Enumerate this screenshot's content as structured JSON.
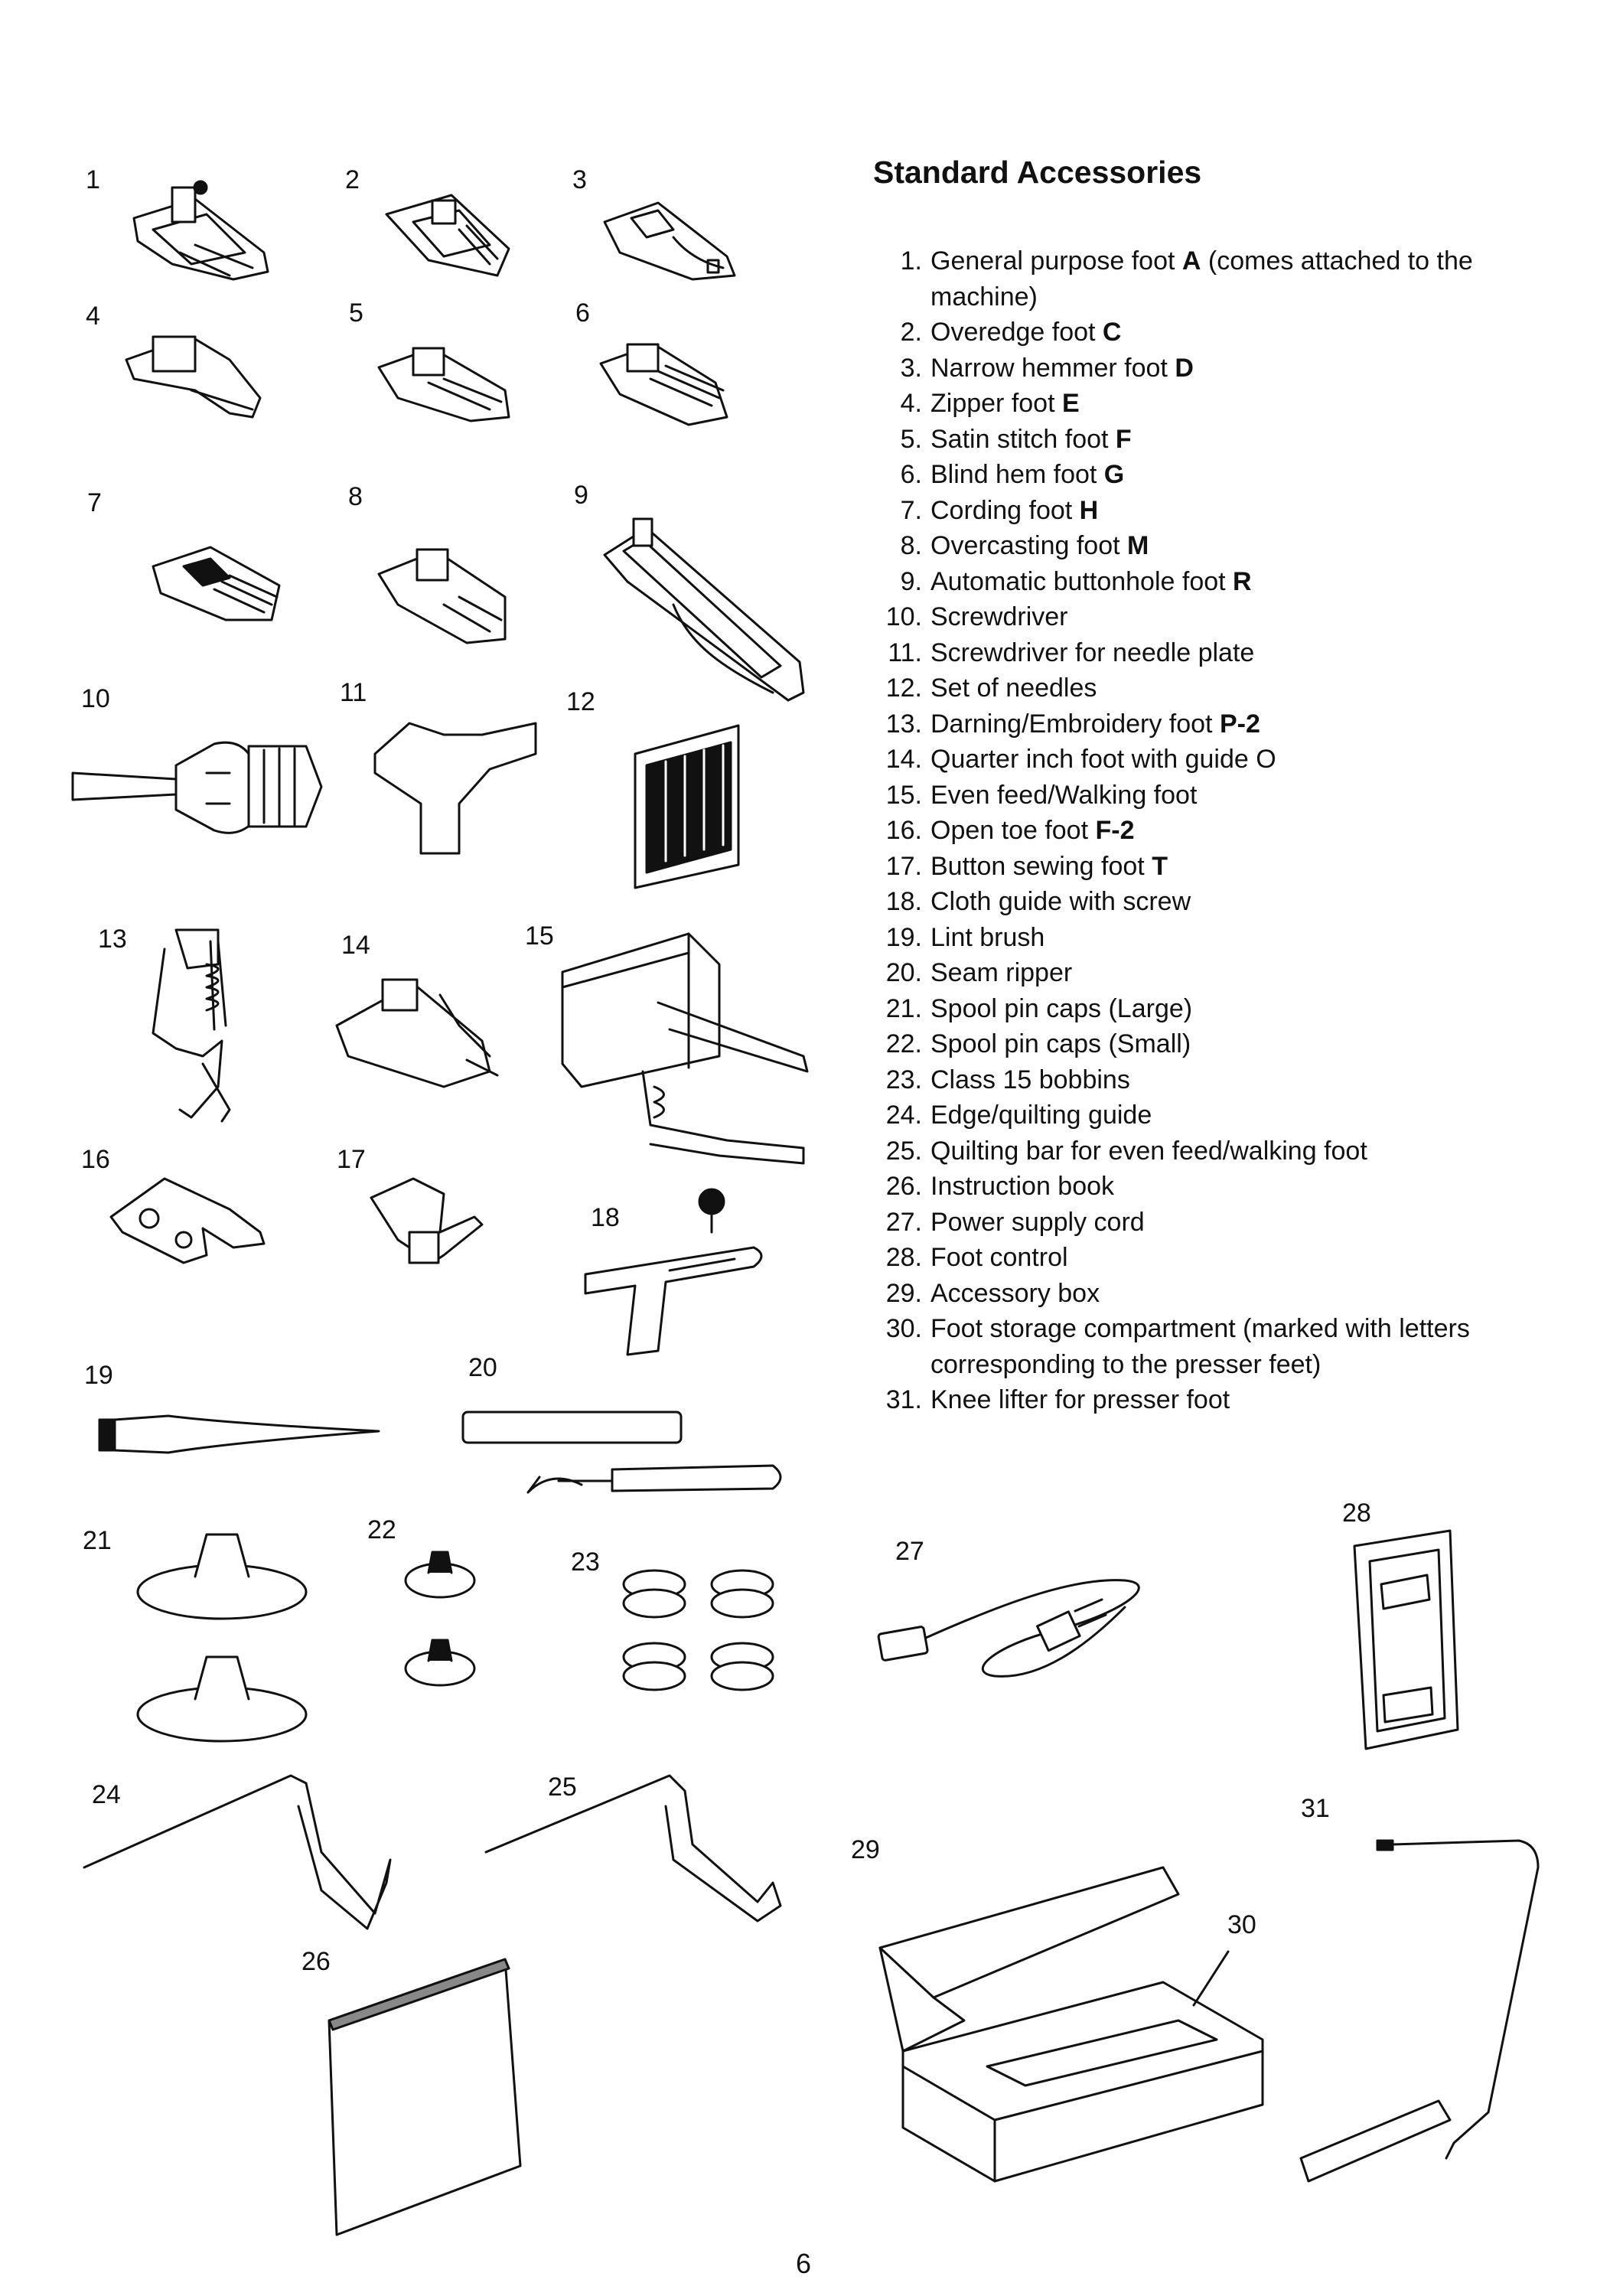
{
  "page": {
    "title": "Standard Accessories",
    "page_number": "6"
  },
  "figure_numbers": [
    "1",
    "2",
    "3",
    "4",
    "5",
    "6",
    "7",
    "8",
    "9",
    "10",
    "11",
    "12",
    "13",
    "14",
    "15",
    "16",
    "17",
    "18",
    "19",
    "20",
    "21",
    "22",
    "23",
    "24",
    "25",
    "26",
    "27",
    "28",
    "29",
    "30",
    "31"
  ],
  "accessories": [
    {
      "num": "1.",
      "text": "General purpose foot ",
      "bold": "A",
      "after": " (comes attached to the machine)"
    },
    {
      "num": "2.",
      "text": "Overedge foot ",
      "bold": "C",
      "after": ""
    },
    {
      "num": "3.",
      "text": "Narrow hemmer foot ",
      "bold": "D",
      "after": ""
    },
    {
      "num": "4.",
      "text": "Zipper foot ",
      "bold": "E",
      "after": ""
    },
    {
      "num": "5.",
      "text": "Satin stitch foot ",
      "bold": "F",
      "after": ""
    },
    {
      "num": "6.",
      "text": "Blind hem foot ",
      "bold": "G",
      "after": ""
    },
    {
      "num": "7.",
      "text": "Cording foot ",
      "bold": "H",
      "after": ""
    },
    {
      "num": "8.",
      "text": "Overcasting foot ",
      "bold": "M",
      "after": ""
    },
    {
      "num": "9.",
      "text": "Automatic buttonhole foot ",
      "bold": "R",
      "after": ""
    },
    {
      "num": "10.",
      "text": "Screwdriver",
      "bold": "",
      "after": ""
    },
    {
      "num": "11.",
      "text": "Screwdriver for needle plate",
      "bold": "",
      "after": ""
    },
    {
      "num": "12.",
      "text": "Set of needles",
      "bold": "",
      "after": ""
    },
    {
      "num": "13.",
      "text": "Darning/Embroidery foot ",
      "bold": "P-2",
      "after": ""
    },
    {
      "num": "14.",
      "text": "Quarter inch foot with guide O",
      "bold": "",
      "after": ""
    },
    {
      "num": "15.",
      "text": "Even feed/Walking foot",
      "bold": "",
      "after": ""
    },
    {
      "num": "16.",
      "text": "Open toe foot ",
      "bold": "F-2",
      "after": ""
    },
    {
      "num": "17.",
      "text": "Button sewing foot ",
      "bold": "T",
      "after": ""
    },
    {
      "num": "18.",
      "text": "Cloth guide with screw",
      "bold": "",
      "after": ""
    },
    {
      "num": "19.",
      "text": "Lint brush",
      "bold": "",
      "after": ""
    },
    {
      "num": "20.",
      "text": "Seam ripper",
      "bold": "",
      "after": ""
    },
    {
      "num": "21.",
      "text": "Spool pin caps (Large)",
      "bold": "",
      "after": ""
    },
    {
      "num": "22.",
      "text": "Spool pin caps (Small)",
      "bold": "",
      "after": ""
    },
    {
      "num": "23.",
      "text": "Class 15 bobbins",
      "bold": "",
      "after": ""
    },
    {
      "num": "24.",
      "text": "Edge/quilting guide",
      "bold": "",
      "after": ""
    },
    {
      "num": "25.",
      "text": "Quilting bar for even feed/walking foot",
      "bold": "",
      "after": ""
    },
    {
      "num": "26.",
      "text": "Instruction book",
      "bold": "",
      "after": ""
    },
    {
      "num": "27.",
      "text": "Power supply cord",
      "bold": "",
      "after": ""
    },
    {
      "num": "28.",
      "text": "Foot control",
      "bold": "",
      "after": ""
    },
    {
      "num": "29.",
      "text": "Accessory box",
      "bold": "",
      "after": ""
    },
    {
      "num": "30.",
      "text": "Foot storage compartment (marked with letters corresponding to the presser feet)",
      "bold": "",
      "after": ""
    },
    {
      "num": "31.",
      "text": "Knee lifter for presser foot",
      "bold": "",
      "after": ""
    }
  ]
}
